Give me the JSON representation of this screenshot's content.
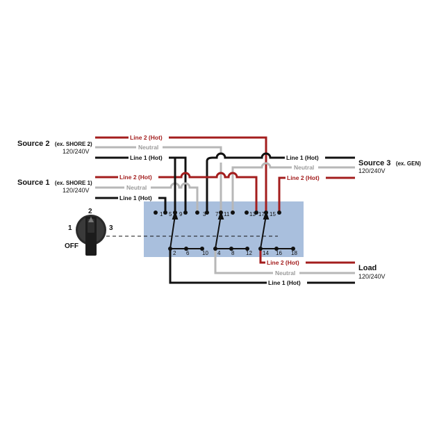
{
  "colors": {
    "line1": "#111111",
    "line2": "#a31d1d",
    "neutral": "#b7b7b7",
    "panel": "#a9bfdd"
  },
  "sources": {
    "source2": {
      "name": "Source 2",
      "example": "(ex. SHORE 2)",
      "rating": "120/240V"
    },
    "source1": {
      "name": "Source 1",
      "example": "(ex. SHORE 1)",
      "rating": "120/240V"
    },
    "source3": {
      "name": "Source 3",
      "example": "(ex. GEN)",
      "rating": "120/240V"
    },
    "load": {
      "name": "Load",
      "example": "",
      "rating": "120/240V"
    }
  },
  "wire_labels": {
    "line1": "Line 1 (Hot)",
    "line2": "Line 2 (Hot)",
    "neutral": "Neutral"
  },
  "terminals": {
    "top": [
      "1",
      "5",
      "9",
      "3",
      "7",
      "11",
      "13",
      "17",
      "15"
    ],
    "bottom": [
      "2",
      "6",
      "10",
      "4",
      "8",
      "12",
      "14",
      "16",
      "18"
    ]
  },
  "switch": {
    "pos1": "1",
    "pos2": "2",
    "pos3": "3",
    "off": "OFF",
    "icon": "rotary-selector-knob-icon"
  }
}
